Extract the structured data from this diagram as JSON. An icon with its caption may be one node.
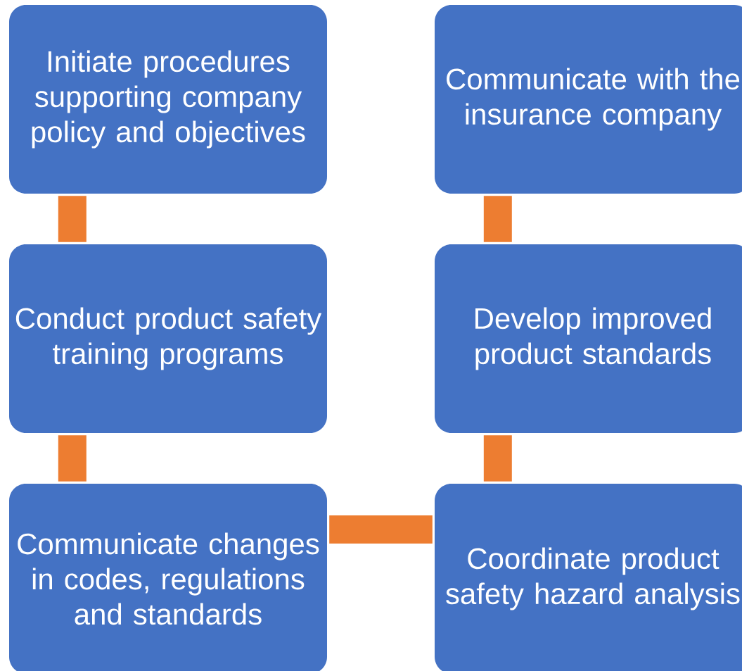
{
  "diagram": {
    "nodes": [
      {
        "text": [
          "Initiate procedures supporting company policy and objectives"
        ]
      },
      {
        "text": [
          "Communicate with the insurance company"
        ]
      },
      {
        "text": [
          "Conduct product safety training programs"
        ]
      },
      {
        "text": [
          "Develop improved product standards"
        ]
      },
      {
        "text": [
          "Communicate changes in codes, regulations and standards"
        ]
      },
      {
        "text": [
          "Coordinate product safety hazard analysis"
        ]
      }
    ],
    "edges": [
      {
        "from": 0,
        "to": 2,
        "arrow": "none"
      },
      {
        "from": 2,
        "to": 4,
        "arrow": "none"
      },
      {
        "from": 4,
        "to": 5,
        "arrow": "none"
      },
      {
        "from": 5,
        "to": 3,
        "arrow": "none"
      },
      {
        "from": 3,
        "to": 1,
        "arrow": "none"
      }
    ]
  }
}
